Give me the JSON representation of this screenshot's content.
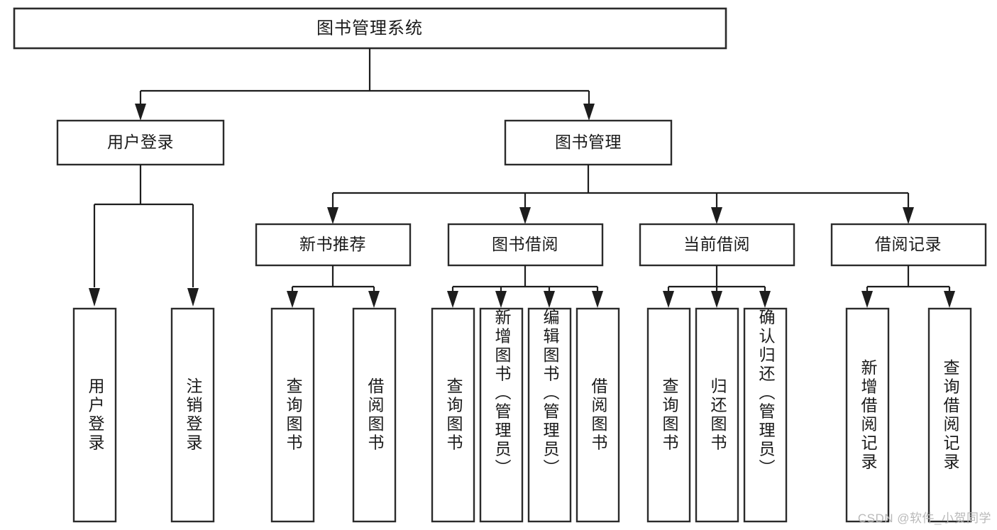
{
  "diagram": {
    "title": "图书管理系统",
    "type": "hierarchy-tree",
    "watermark": "CSDN @软件_小贺同学",
    "colors": {
      "box_stroke": "#2b2b2b",
      "connector": "#1d1d1d",
      "box_fill": "#ffffff",
      "canvas": "#ffffff",
      "text": "#1a1a1a",
      "watermark": "#b9b9b9"
    },
    "levels": {
      "root": {
        "label": "图书管理系统"
      },
      "level1": [
        {
          "label": "用户登录"
        },
        {
          "label": "图书管理"
        }
      ],
      "level2": [
        {
          "label": "新书推荐"
        },
        {
          "label": "图书借阅"
        },
        {
          "label": "当前借阅"
        },
        {
          "label": "借阅记录"
        }
      ],
      "leaves": {
        "user_login": [
          {
            "label": "用户登录"
          },
          {
            "label": "注销登录"
          }
        ],
        "new_book_recommend": [
          {
            "label": "查询图书"
          },
          {
            "label": "借阅图书"
          }
        ],
        "book_borrow": [
          {
            "label": "查询图书"
          },
          {
            "label": "新增图书（管理员）"
          },
          {
            "label": "编辑图书（管理员）"
          },
          {
            "label": "借阅图书"
          }
        ],
        "current_borrow": [
          {
            "label": "查询图书"
          },
          {
            "label": "归还图书"
          },
          {
            "label": "确认归还（管理员）"
          }
        ],
        "borrow_record": [
          {
            "label": "新增借阅记录"
          },
          {
            "label": "查询借阅记录"
          }
        ]
      }
    }
  }
}
